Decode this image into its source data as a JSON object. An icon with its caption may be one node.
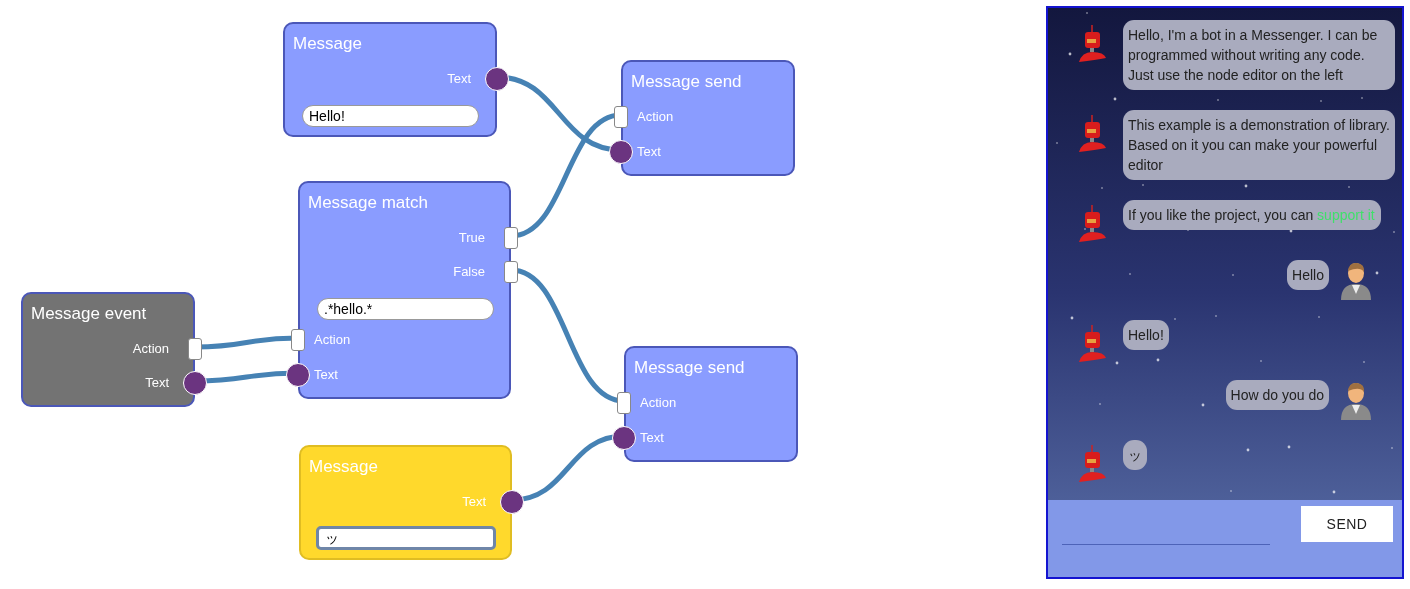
{
  "diagram": {
    "nodes": [
      {
        "text": [
          "Message",
          "Text",
          "Hello!"
        ]
      },
      {
        "text": [
          "Message send",
          "Action",
          "Text"
        ]
      },
      {
        "text": [
          "Message match",
          "True",
          "False",
          ".*hello.*",
          "Action",
          "Text"
        ]
      },
      {
        "text": [
          "Message event",
          "Action",
          "Text"
        ]
      },
      {
        "text": [
          "Message send",
          "Action",
          "Text"
        ]
      },
      {
        "text": [
          "Message",
          "Text",
          "ッ"
        ]
      },
      {
        "text": [],
        "shape": "box"
      },
      {
        "text": [
          "Hello, I'm a bot in a Messenger. I can be programmed without writing any code. Just use the node editor on the left"
        ],
        "in": 6
      },
      {
        "text": [
          "This example is a demonstration of library. Based on it you can make your powerful editor"
        ],
        "in": 6
      },
      {
        "text": [
          "If you like the project, you can",
          "support it"
        ],
        "in": 6
      },
      {
        "text": [
          "Hello"
        ],
        "in": 6
      },
      {
        "text": [
          "Hello!"
        ],
        "in": 6
      },
      {
        "text": [
          "How do you do"
        ],
        "in": 6
      },
      {
        "text": [
          "ッ"
        ],
        "in": 6
      },
      {
        "text": [
          "SEND"
        ],
        "in": 6
      }
    ],
    "edges": [
      {
        "from": 0,
        "to": 1,
        "arrow": "none"
      },
      {
        "from": 2,
        "to": 1,
        "arrow": "none"
      },
      {
        "from": 2,
        "to": 4,
        "arrow": "none"
      },
      {
        "from": 3,
        "to": 2,
        "arrow": "none"
      },
      {
        "from": 3,
        "to": 2,
        "arrow": "none"
      },
      {
        "from": 5,
        "to": 4,
        "arrow": "none"
      }
    ]
  }
}
